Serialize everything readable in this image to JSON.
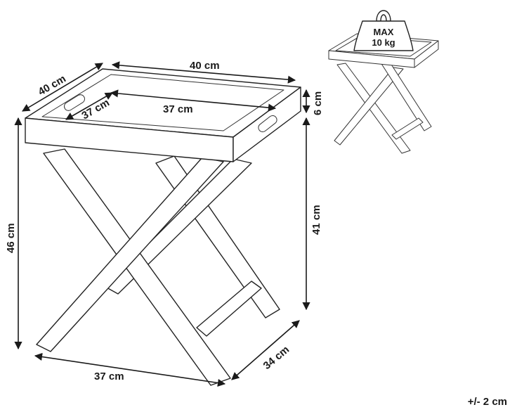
{
  "dimensions": {
    "top_width": "40 cm",
    "top_depth": "40 cm",
    "inner_width": "37 cm",
    "inner_depth": "37 cm",
    "tray_height": "6 cm",
    "total_height": "46 cm",
    "leg_height": "41 cm",
    "base_width": "37 cm",
    "base_depth": "34 cm"
  },
  "weight_badge": {
    "line1": "MAX",
    "line2": "10 kg"
  },
  "tolerance": "+/- 2 cm"
}
